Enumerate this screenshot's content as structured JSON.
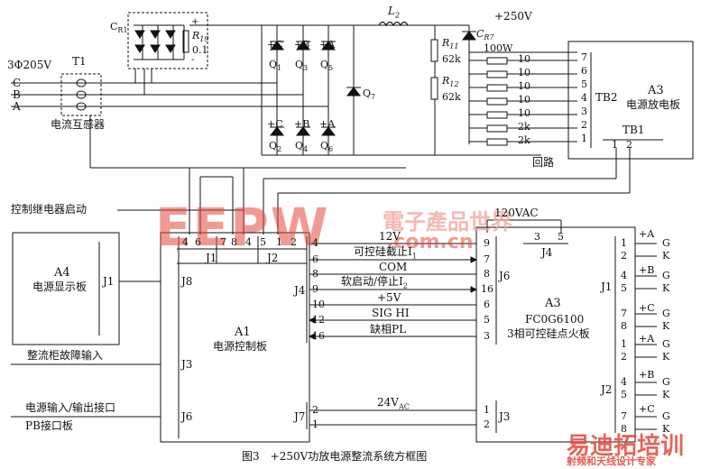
{
  "caption": "图3　+250V功放电源整流系统方框图",
  "input": {
    "phase": "3Φ205V",
    "lines": [
      "C",
      "B",
      "A"
    ],
    "ct_label": "T1",
    "ct_caption": "电流互感器"
  },
  "cr1": {
    "label": "C",
    "sub": "R1",
    "plus": "+",
    "minus": "-",
    "r_label": "R",
    "r_sub": "19",
    "r_value": "0.1"
  },
  "bridge": {
    "top": [
      "+C",
      "+B",
      "+A"
    ],
    "top_q": [
      [
        "Q",
        "1"
      ],
      [
        "Q",
        "3"
      ],
      [
        "Q",
        "5"
      ]
    ],
    "bottom": [
      "+C",
      "+B",
      "+A"
    ],
    "bottom_q": [
      [
        "Q",
        "2"
      ],
      [
        "Q",
        "4"
      ],
      [
        "Q",
        "6"
      ]
    ],
    "q7": [
      "Q",
      "7"
    ]
  },
  "inductor": {
    "label": "L",
    "sub": "2"
  },
  "output": {
    "voltage": "+250V",
    "cap_label": "C",
    "cap_sub": "R7",
    "cap_value": "100W",
    "r11": {
      "label": "R",
      "sub": "11",
      "value": "62k"
    },
    "r12": {
      "label": "R",
      "sub": "12",
      "value": "62k"
    }
  },
  "load_resistors": [
    "10",
    "10",
    "10",
    "10",
    "10",
    "2k",
    "2k"
  ],
  "return_label": "回路",
  "a3_discharge": {
    "id": "A3",
    "name": "电源放电板",
    "tb2": "TB2",
    "tb1": "TB1",
    "tb2_pins": [
      "7",
      "6",
      "5",
      "4",
      "3",
      "2",
      "1"
    ],
    "tb1_pins": [
      "1",
      "2"
    ]
  },
  "relay_start": "控制继电器启动",
  "a4": {
    "id": "A4",
    "name": "电源显示板",
    "conn": "J1"
  },
  "a1": {
    "id": "A1",
    "name": "电源控制板",
    "j1": {
      "label": "J1",
      "pins": [
        "4",
        "6"
      ]
    },
    "j2": {
      "label": "J2",
      "pins": [
        "7",
        "8",
        "4",
        "5",
        "1",
        "2"
      ]
    },
    "j8": "J8",
    "j3": "J3",
    "j6": "J6",
    "j7": "J7",
    "j4": "J4",
    "j4_pins": [
      "4",
      "6",
      "8",
      "9",
      "10",
      "12",
      "16"
    ],
    "j7_pins": [
      "2",
      "1"
    ]
  },
  "fault_input": "整流柜故障输入",
  "power_io": "电源输入/输出接口",
  "pb_board": "PB接口板",
  "signals": [
    "12V",
    "可控硅截止I",
    "COM",
    "软启动/停止I",
    "+5V",
    "SIG HI",
    "缺相PL"
  ],
  "signal_subs": [
    "1",
    "",
    "",
    "2",
    "",
    "",
    ""
  ],
  "ac24": {
    "label": "24V",
    "sub": "AC"
  },
  "a3_fire": {
    "id": "A3",
    "model": "FC0G6100",
    "name": "3相可控硅点火板",
    "vac": "120VAC",
    "j4": "J4",
    "j4_pins": [
      "3",
      "5"
    ],
    "j6": "J6",
    "j6_pins": [
      "9",
      "7",
      "8",
      "16",
      "6",
      "5",
      "3"
    ],
    "j3": "J3",
    "j3_pins": [
      "1",
      "2"
    ],
    "j1": "J1",
    "j2": "J2",
    "outputs": [
      {
        "pins": [
          "1",
          "2"
        ],
        "tag": "+A",
        "gk": [
          "G",
          "K"
        ]
      },
      {
        "pins": [
          "4",
          "5"
        ],
        "tag": "+B",
        "gk": [
          "G",
          "K"
        ]
      },
      {
        "pins": [
          "7",
          "8"
        ],
        "tag": "+C",
        "gk": [
          "G",
          "K"
        ]
      },
      {
        "pins": [
          "1",
          "2"
        ],
        "tag": "+A",
        "gk": [
          "G",
          "K"
        ]
      },
      {
        "pins": [
          "4",
          "5"
        ],
        "tag": "+B",
        "gk": [
          "G",
          "K"
        ]
      },
      {
        "pins": [
          "7",
          "8"
        ],
        "tag": "+C",
        "gk": [
          "G",
          "K"
        ]
      }
    ]
  },
  "watermark": {
    "brand": "EEPW",
    "cn": "電子產品世界",
    "url": ".com.cn",
    "logo2": "易迪拓培训",
    "logo2_sub": "射频和天线设计专家"
  },
  "colors": {
    "line": "#111111",
    "wm_red": "#e24a3c",
    "wm_pink": "#f2a8a2"
  }
}
